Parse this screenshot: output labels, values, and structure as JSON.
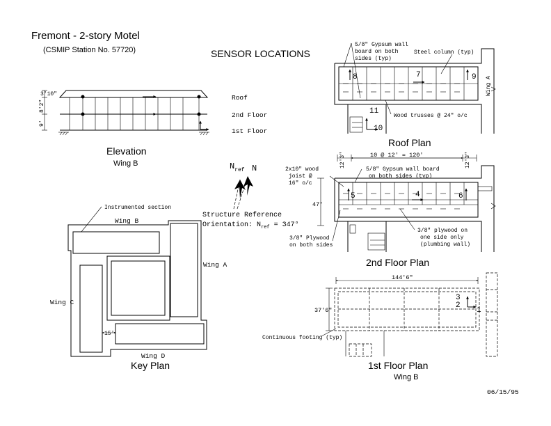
{
  "header": {
    "title": "Fremont - 2-story Motel",
    "station": "(CSMIP Station No. 57720)",
    "heading": "SENSOR LOCATIONS"
  },
  "elevation": {
    "title": "Elevation",
    "subtitle": "Wing B",
    "dim_top": "3'10\"",
    "dim_mid": "8'2\"",
    "dim_bot": "9'",
    "levels": [
      "Roof",
      "2nd Floor",
      "1st Floor"
    ]
  },
  "roof_plan": {
    "title": "Roof Plan",
    "wing_label": "Wing A",
    "note_gypsum": [
      "5/8\" Gypsum wall",
      "board on both",
      "sides (typ)"
    ],
    "note_column": "Steel column (typ)",
    "note_trusses": "Wood trusses @ 24\" o/c",
    "sensors": [
      "8",
      "7",
      "9",
      "11",
      "10"
    ]
  },
  "second_floor_plan": {
    "title": "2nd Floor Plan",
    "dim_span": "10 @ 12' = 120'",
    "dim_left": "12'3\"",
    "dim_right": "12'3\"",
    "dim_depth": "47'",
    "note_joist": [
      "2x10\" wood",
      "joist @",
      "16\" o/c"
    ],
    "note_gypsum": [
      "5/8\" Gypsum wall board",
      "on both sides (typ)"
    ],
    "note_plywood_both": [
      "3/8\" Plywood",
      "on both sides"
    ],
    "note_plywood_one": [
      "3/8\" plywood on",
      "one side only",
      "(plumbing wall)"
    ],
    "sensors": [
      "5",
      "4",
      "6"
    ]
  },
  "first_floor_plan": {
    "title": "1st Floor Plan",
    "subtitle": "Wing B",
    "dim_span": "144'6\"",
    "dim_depth": "37'6\"",
    "note_footing": "Continuous footing (typ)",
    "sensors": [
      "3",
      "2",
      "1"
    ]
  },
  "key_plan": {
    "title": "Key Plan",
    "note_instrumented": "Instrumented section",
    "wings": [
      "Wing B",
      "Wing A",
      "Wing C",
      "Wing D"
    ],
    "dim_gap": "15'"
  },
  "orientation": {
    "n_ref": "N",
    "n_ref_sub": "ref",
    "n": "N",
    "line1": "Structure Reference",
    "line2": "Orientation: N",
    "line2_sub": "ref",
    "line2_value": " = 347°"
  },
  "date": "06/15/95"
}
